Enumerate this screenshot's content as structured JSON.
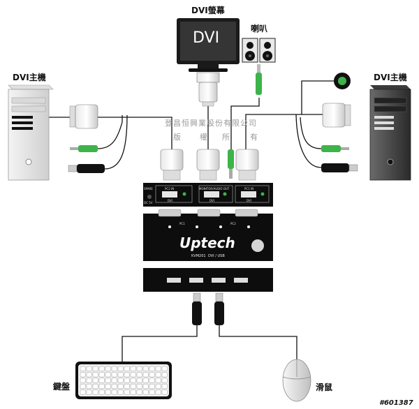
{
  "labels": {
    "monitor": "DVI螢幕",
    "speaker": "喇叭",
    "pc_left": "DVI主機",
    "pc_right": "DVI主機",
    "keyboard": "鍵盤",
    "mouse": "滑鼠"
  },
  "monitor_screen_text": "DVI",
  "watermark": {
    "company": "登昌恒興業股份有限公司",
    "rights": [
      "版",
      "權",
      "所",
      "有"
    ]
  },
  "kvm": {
    "brand": "Uptech",
    "model": "KVM201",
    "model_sub": "DVI / USB",
    "rear_ports": [
      "PC2 IN",
      "MONITOR/AUDIO OUT",
      "PC1 IN"
    ],
    "rear_port_sub": [
      "DVI",
      "DVI",
      "DVI"
    ],
    "left_side_labels": [
      "SPARE",
      "DC 5V"
    ],
    "front_leds": [
      "PC1",
      "PC2"
    ]
  },
  "image_id_tag": "#601387",
  "colors": {
    "audio_green": "#3db34a",
    "cable": "#111111",
    "device_black": "#0d0d0d"
  }
}
